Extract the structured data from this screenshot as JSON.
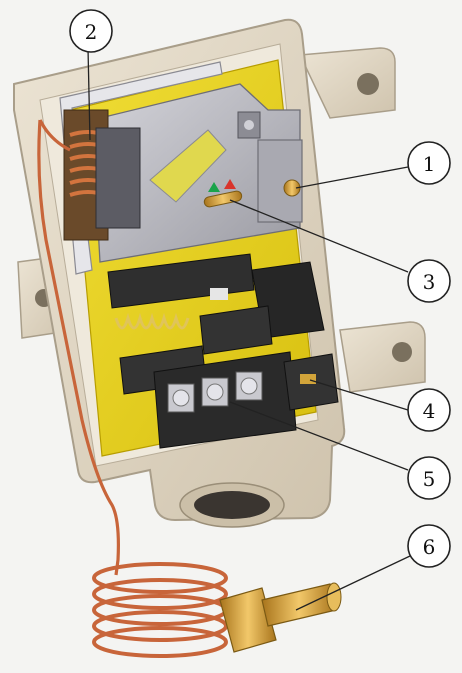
{
  "callouts": [
    {
      "label": "1"
    },
    {
      "label": "2"
    },
    {
      "label": "3"
    },
    {
      "label": "4"
    },
    {
      "label": "5"
    },
    {
      "label": "6"
    }
  ],
  "colors": {
    "housing": "#ded5c4",
    "housing_shadow": "#bfb4a0",
    "yellow_insert": "#e8d21a",
    "copper": "#c8653a",
    "brass": "#d9a441",
    "metal": "#b9b9bf",
    "dark_block": "#2d2d2d"
  }
}
